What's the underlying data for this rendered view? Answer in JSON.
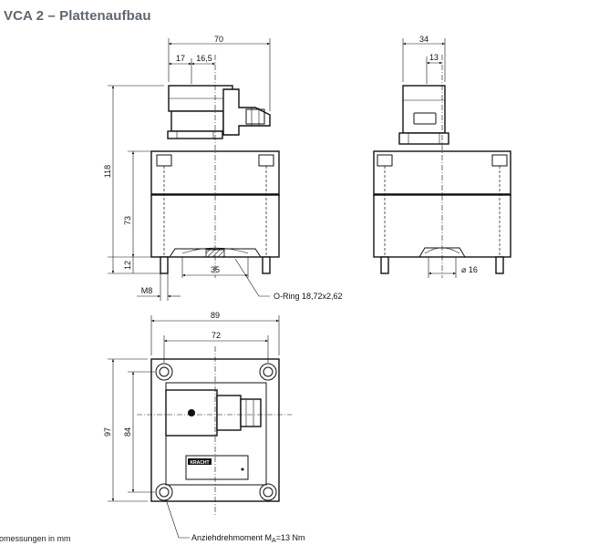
{
  "title": "VCA 2 – Plattenaufbau",
  "footnote": "omessungen in mm",
  "front_view": {
    "dims": {
      "width_total": "70",
      "conn_left": "17",
      "conn_width": "16,5",
      "height_total": "118",
      "height_body": "73",
      "height_pins": "12",
      "oring_width": "35",
      "thread": "M8"
    },
    "callout": "O-Ring 18,72x2,62"
  },
  "side_view": {
    "dims": {
      "width_total": "34",
      "inner_width": "13",
      "diameter": "⌀ 16"
    }
  },
  "top_view": {
    "dims": {
      "width_total": "89",
      "hole_spacing": "72",
      "height_total": "97",
      "hole_spacing_v": "84"
    },
    "nameplate": "KRACHT",
    "callout_prefix": "Anziehdrehmoment  M",
    "callout_sub": "A",
    "callout_suffix": "=13  Nm"
  }
}
